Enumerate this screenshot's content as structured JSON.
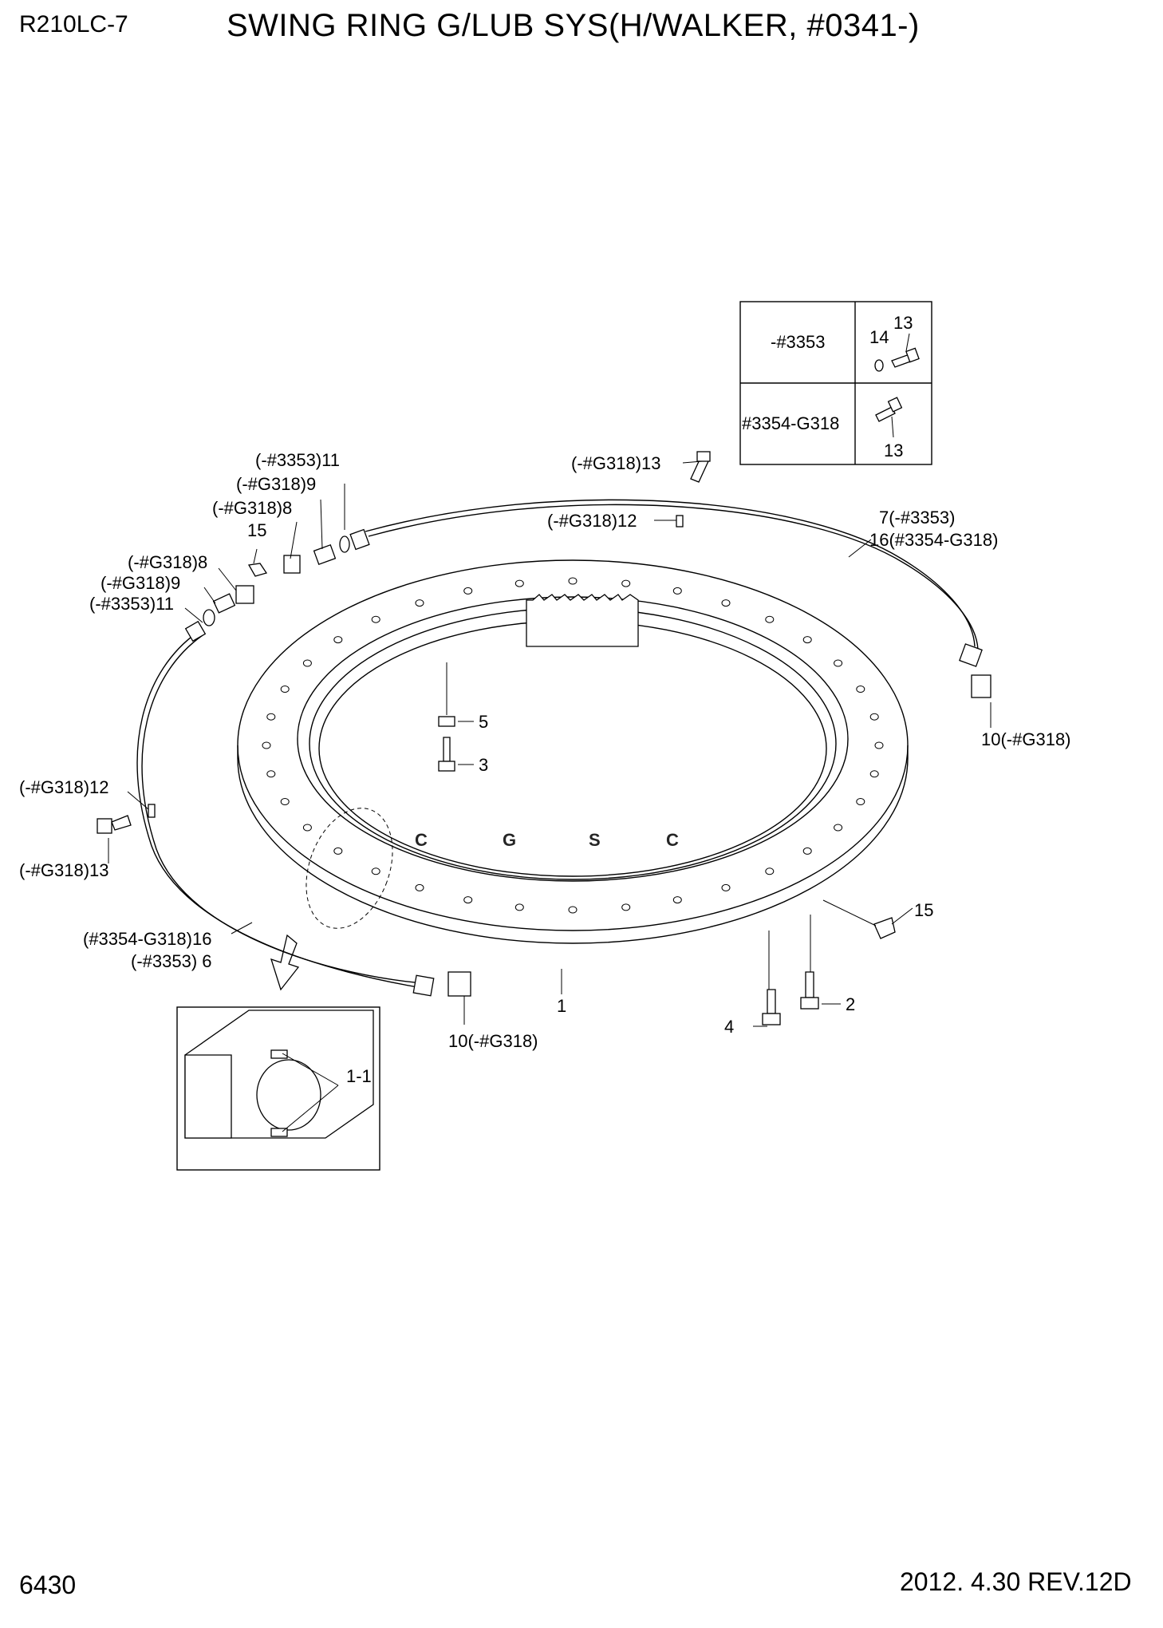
{
  "header": {
    "model": "R210LC-7",
    "title": "SWING RING G/LUB SYS(H/WALKER, #0341-)"
  },
  "footer": {
    "page_number": "6430",
    "revision": "2012. 4.30  REV.12D"
  },
  "inset_table": {
    "rows": [
      {
        "label": "-#3353",
        "callouts": [
          "14",
          "13"
        ]
      },
      {
        "label": "#3354-G318",
        "callouts": [
          "13"
        ]
      }
    ]
  },
  "watermark": {
    "text": "CGSC",
    "colors": [
      "#7aa4f2",
      "#f08a80",
      "#f7d56a",
      "#6fbf8e"
    ]
  },
  "callouts": {
    "c11_top": "(-#3353)11",
    "c9_top": "(-#G318)9",
    "c8_top": "(-#G318)8",
    "c15_top": "15",
    "c13_top": "(-#G318)13",
    "c12_top": "(-#G318)12",
    "c7": "7(-#3353)",
    "c16_right": "16(#3354-G318)",
    "c8_left": "(-#G318)8",
    "c9_left": "(-#G318)9",
    "c11_left": "(-#3353)11",
    "c10_right": "10(-#G318)",
    "c5": "5",
    "c3": "3",
    "c12_left": "(-#G318)12",
    "c13_left": "(-#G318)13",
    "c16_left": "(#3354-G318)16",
    "c6": "(-#3353) 6",
    "c15_right": "15",
    "c1": "1",
    "c2": "2",
    "c4": "4",
    "c10_bottom": "10(-#G318)",
    "c1_1": "1-1"
  }
}
